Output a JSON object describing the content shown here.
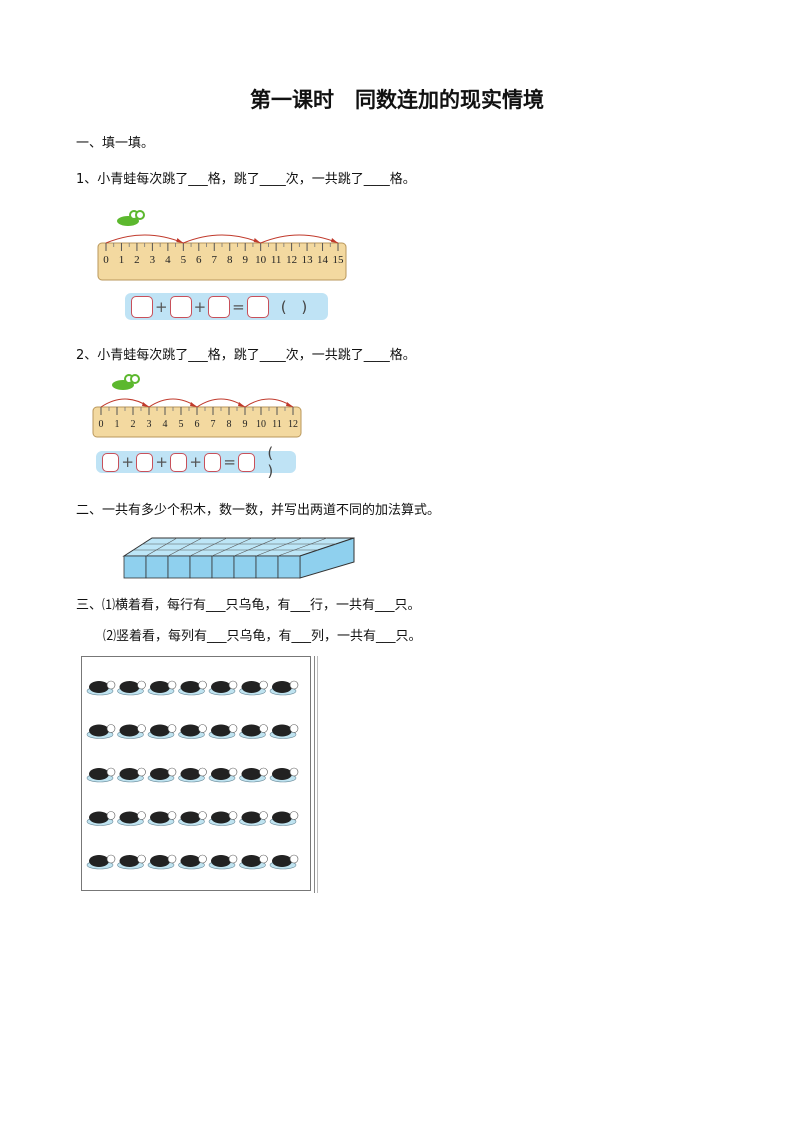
{
  "title": "第一课时　同数连加的现实情境",
  "section1": {
    "heading": "一、填一填。",
    "q1": {
      "text": "1、小青蛙每次跳了___格，跳了____次，一共跳了____格。",
      "ruler_max": 15,
      "jump": 5,
      "plus": "+",
      "equals": "=",
      "paren": "(  )"
    },
    "q2": {
      "text": "2、小青蛙每次跳了___格，跳了____次，一共跳了____格。",
      "ruler_max": 12,
      "jump": 3,
      "plus": "+",
      "equals": "=",
      "paren": "(  )"
    }
  },
  "section2": {
    "heading": "二、一共有多少个积木，数一数，并写出两道不同的加法算式。"
  },
  "section3": {
    "line1": "三、⑴横着看，每行有___只乌龟，有___行，一共有___只。",
    "line2": "⑵竖着看，每列有___只乌龟，有___列，一共有___只。",
    "turtle_rows": 5,
    "turtle_cols": 7
  },
  "colors": {
    "ruler": "#f3d9a0",
    "arc": "#c0392b",
    "equation_bg": "#bfe3f5",
    "block": "#8fd0ee",
    "frog": "#5cb82e"
  }
}
